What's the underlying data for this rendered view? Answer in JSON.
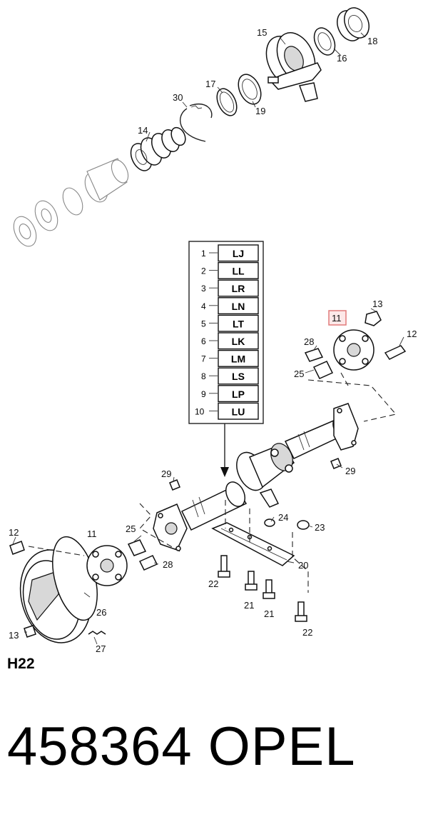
{
  "diagram_code": "H22",
  "part_number_line": "458364   OPEL",
  "highlighted_callout": "11",
  "variant_table": [
    {
      "index": "1",
      "code": "LJ"
    },
    {
      "index": "2",
      "code": "LL"
    },
    {
      "index": "3",
      "code": "LR"
    },
    {
      "index": "4",
      "code": "LN"
    },
    {
      "index": "5",
      "code": "LT"
    },
    {
      "index": "6",
      "code": "LK"
    },
    {
      "index": "7",
      "code": "LM"
    },
    {
      "index": "8",
      "code": "LS"
    },
    {
      "index": "9",
      "code": "LP"
    },
    {
      "index": "10",
      "code": "LU"
    }
  ],
  "callouts": {
    "c15": "15",
    "c16": "16",
    "c18": "18",
    "c17": "17",
    "c19": "19",
    "c30": "30",
    "c14": "14",
    "c13a": "13",
    "c12a": "12",
    "c28a": "28",
    "c25a": "25",
    "c29a": "29",
    "c29b": "29",
    "c24": "24",
    "c23": "23",
    "c12b": "12",
    "c11b": "11",
    "c25b": "25",
    "c28b": "28",
    "c20": "20",
    "c22a": "22",
    "c21a": "21",
    "c21b": "21",
    "c22b": "22",
    "c26": "26",
    "c13b": "13",
    "c27": "27"
  },
  "colors": {
    "highlight_border": "#e07a7a",
    "highlight_fill": "#fde8e8",
    "ink": "#111111"
  }
}
